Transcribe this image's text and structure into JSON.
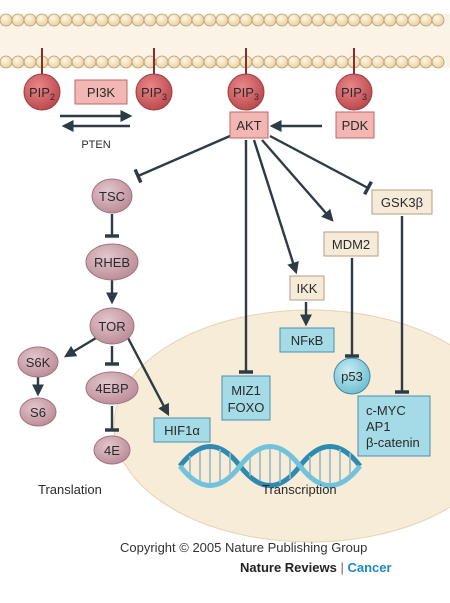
{
  "membrane": {
    "pip2_a": {
      "main": "PIP",
      "sub": "2"
    },
    "pi3k": "PI3K",
    "pip3_a": {
      "main": "PIP",
      "sub": "3"
    },
    "pip3_b": {
      "main": "PIP",
      "sub": "3"
    },
    "pip3_c": {
      "main": "PIP",
      "sub": "3"
    },
    "pten": "PTEN"
  },
  "kinases": {
    "akt": "AKT",
    "pdk": "PDK",
    "gsk3b": "GSK3β",
    "mdm2": "MDM2",
    "ikk": "IKK"
  },
  "cytoplasm_nodes": {
    "tsc": "TSC",
    "rheb": "RHEB",
    "tor": "TOR",
    "s6k": "S6K",
    "s6": "S6",
    "4ebp": "4EBP",
    "4e": "4E"
  },
  "nucleus": {
    "hif1a": "HIF1α",
    "miz1": "MIZ1",
    "foxo": "FOXO",
    "nfkb": "NFκB",
    "p53": "p53",
    "cmyc": "c-MYC",
    "ap1": "AP1",
    "bcatenin": "β-catenin"
  },
  "labels": {
    "translation": "Translation",
    "transcription": "Transcription"
  },
  "footer": {
    "copyright": "Copyright © 2005 Nature Publishing Group",
    "brand_left": "Nature Reviews",
    "brand_sep": "|",
    "brand_right": "Cancer"
  },
  "colors": {
    "membrane_bead": "#f3ddb4",
    "nucleus": "#f7ecd8",
    "red_node": "#c9575a",
    "purple_node": "#c9a2ac",
    "blue_box": "#a5dbe7",
    "edge": "#2c3b45"
  }
}
